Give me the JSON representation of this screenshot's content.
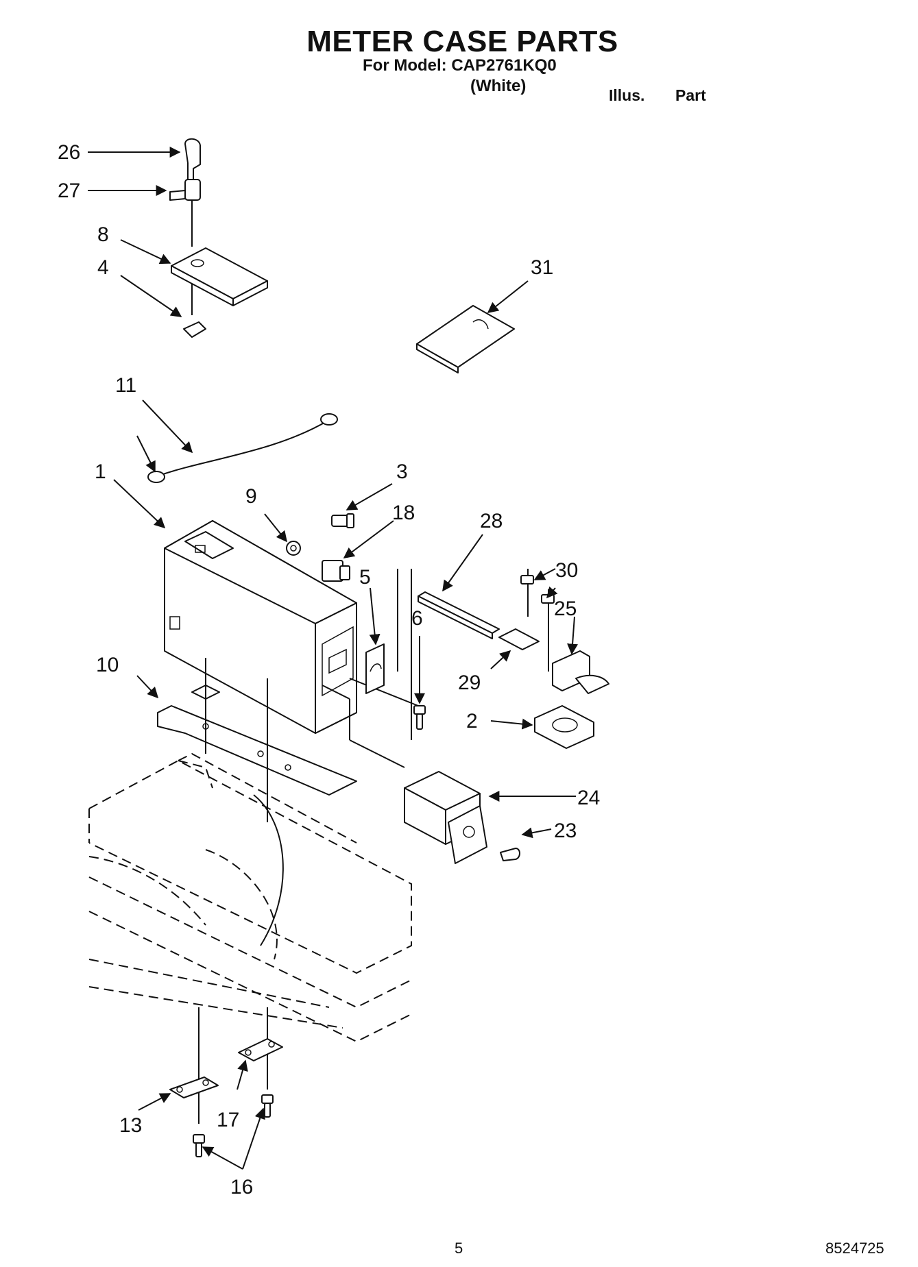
{
  "header": {
    "title": "METER CASE PARTS",
    "model_line": "For Model: CAP2761KQ0",
    "color_line": "(White)",
    "column_illus": "Illus.",
    "column_part": "Part"
  },
  "callouts": {
    "c1": "1",
    "c2": "2",
    "c3": "3",
    "c4": "4",
    "c5": "5",
    "c6": "6",
    "c8": "8",
    "c9": "9",
    "c10": "10",
    "c11": "11",
    "c13": "13",
    "c16": "16",
    "c17": "17",
    "c18": "18",
    "c23": "23",
    "c24": "24",
    "c25": "25",
    "c26": "26",
    "c27": "27",
    "c28": "28",
    "c29": "29",
    "c30": "30",
    "c31": "31"
  },
  "footer": {
    "page_number": "5",
    "document_number": "8524725"
  }
}
